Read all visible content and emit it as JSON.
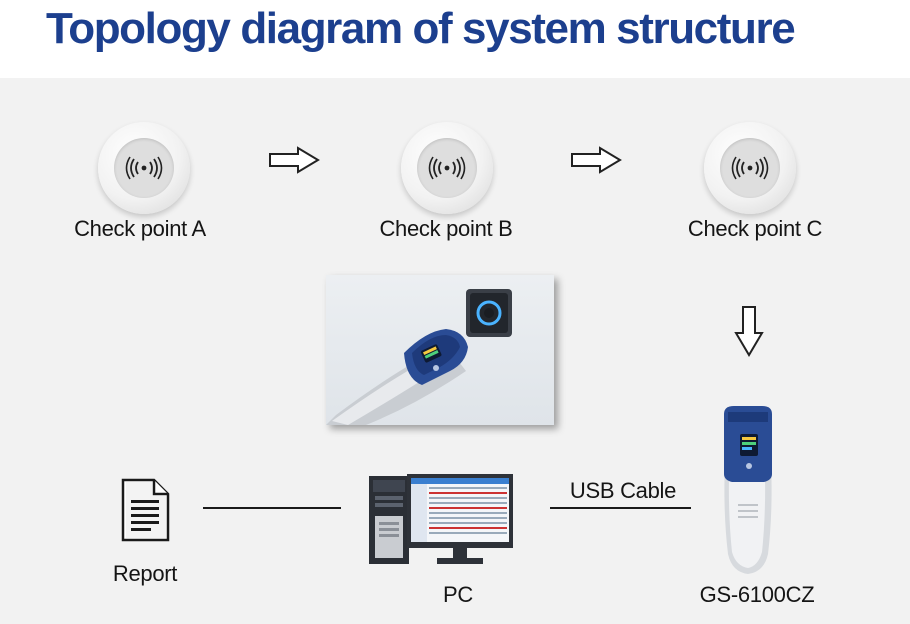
{
  "title": "Topology diagram of system structure",
  "checkpoints": [
    {
      "label": "Check point A"
    },
    {
      "label": "Check point B"
    },
    {
      "label": "Check point C"
    }
  ],
  "nodes": {
    "report": "Report",
    "pc": "PC",
    "device": "GS-6100CZ"
  },
  "connections": {
    "pc_to_device": "USB Cable"
  },
  "colors": {
    "title": "#1c3f8e",
    "panel_background": "#f2f2f2",
    "device_blue": "#25478f"
  },
  "icons": [
    "rfid-wave-icon",
    "arrow-right-icon",
    "arrow-down-icon",
    "document-icon",
    "computer-icon",
    "patrol-reader-icon"
  ]
}
